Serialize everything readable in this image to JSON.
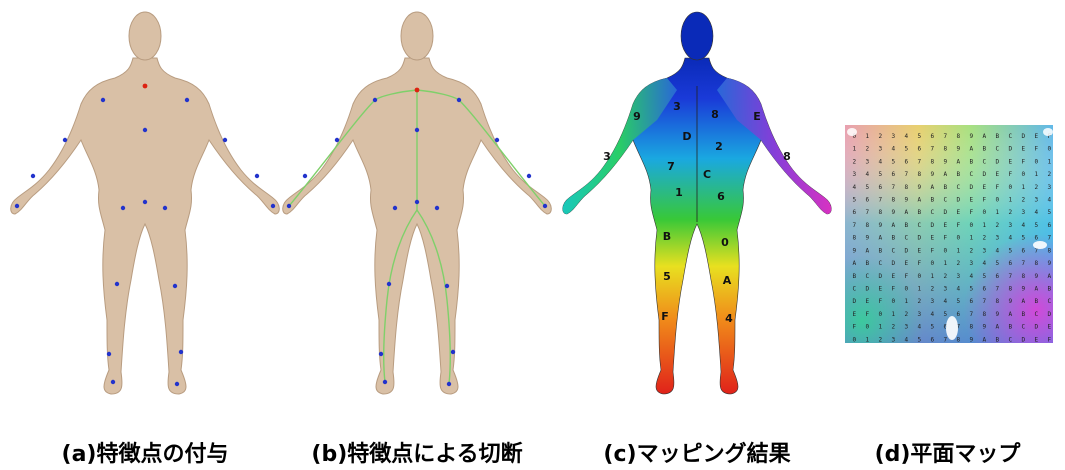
{
  "panels": [
    {
      "id": "a",
      "caption": "(a)特徴点の付与"
    },
    {
      "id": "b",
      "caption": "(b)特徴点による切断"
    },
    {
      "id": "c",
      "caption": "(c)マッピング結果"
    },
    {
      "id": "d",
      "caption": "(d)平面マップ"
    }
  ],
  "colors": {
    "skin": "#d9c0a6",
    "skin_shade": "#b89c80",
    "feature_point": "#2233cc",
    "root_point": "#dd2211",
    "cut_line": "#7fd06a",
    "background": "#ffffff"
  },
  "map_glyphs": [
    "0",
    "1",
    "2",
    "3",
    "4",
    "5",
    "6",
    "7",
    "8",
    "9",
    "A",
    "B",
    "C",
    "D",
    "E",
    "F"
  ]
}
